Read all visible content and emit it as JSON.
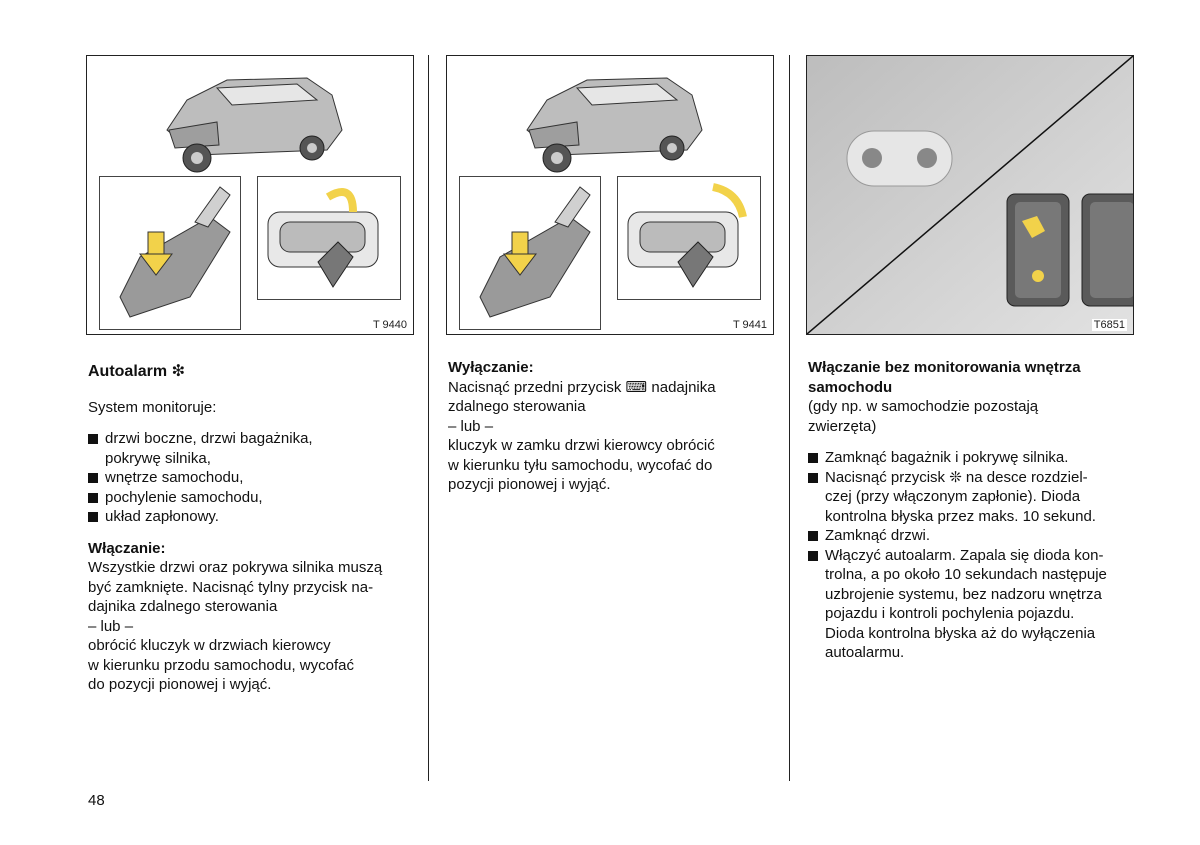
{
  "page_number": "48",
  "figures": {
    "fig1_code": "T 9440",
    "fig2_code": "T 9441",
    "fig3_code": "T6851"
  },
  "col1": {
    "title": "Autoalarm ❇",
    "intro": "System monitoruje:",
    "items": [
      "drzwi boczne, drzwi bagażnika,",
      "pokrywę silnika,",
      "wnętrze samochodu,",
      "pochylenie samochodu,",
      "układ zapłonowy."
    ],
    "sub_heading": "Włączanie:",
    "lines": [
      "Wszystkie drzwi oraz pokrywa silnika muszą",
      "być zamknięte. Nacisnąć tylny przycisk na-",
      "dajnika zdalnego sterowania",
      "– lub –",
      "obrócić kluczyk w drzwiach kierowcy",
      "w kierunku przodu samochodu, wycofać",
      "do pozycji pionowej i wyjąć."
    ]
  },
  "col2": {
    "sub_heading": "Wyłączanie:",
    "lines": [
      "Nacisnąć przedni przycisk ⌨ nadajnika",
      "zdalnego sterowania",
      "– lub –",
      "kluczyk w zamku drzwi kierowcy obrócić",
      "w kierunku tyłu samochodu, wycofać do",
      "pozycji pionowej i wyjąć."
    ]
  },
  "col3": {
    "heading_line1": "Włączanie bez monitorowania wnętrza",
    "heading_line2": "samochodu",
    "note_lines": [
      "(gdy np. w samochodzie pozostają",
      "zwierzęta)"
    ],
    "items": [
      [
        "Zamknąć bagażnik i pokrywę silnika."
      ],
      [
        "Nacisnąć przycisk ❊ na desce rozdziel-",
        "czej (przy włączonym zapłonie). Dioda",
        "kontrolna błyska przez maks. 10 sekund."
      ],
      [
        "Zamknąć drzwi."
      ],
      [
        "Włączyć autoalarm. Zapala się dioda kon-",
        "trolna, a po około 10 sekundach następuje",
        "uzbrojenie systemu, bez nadzoru wnętrza",
        "pojazdu i kontroli pochylenia pojazdu.",
        "Dioda kontrolna błyska aż do wyłączenia",
        "autoalarmu."
      ]
    ]
  }
}
